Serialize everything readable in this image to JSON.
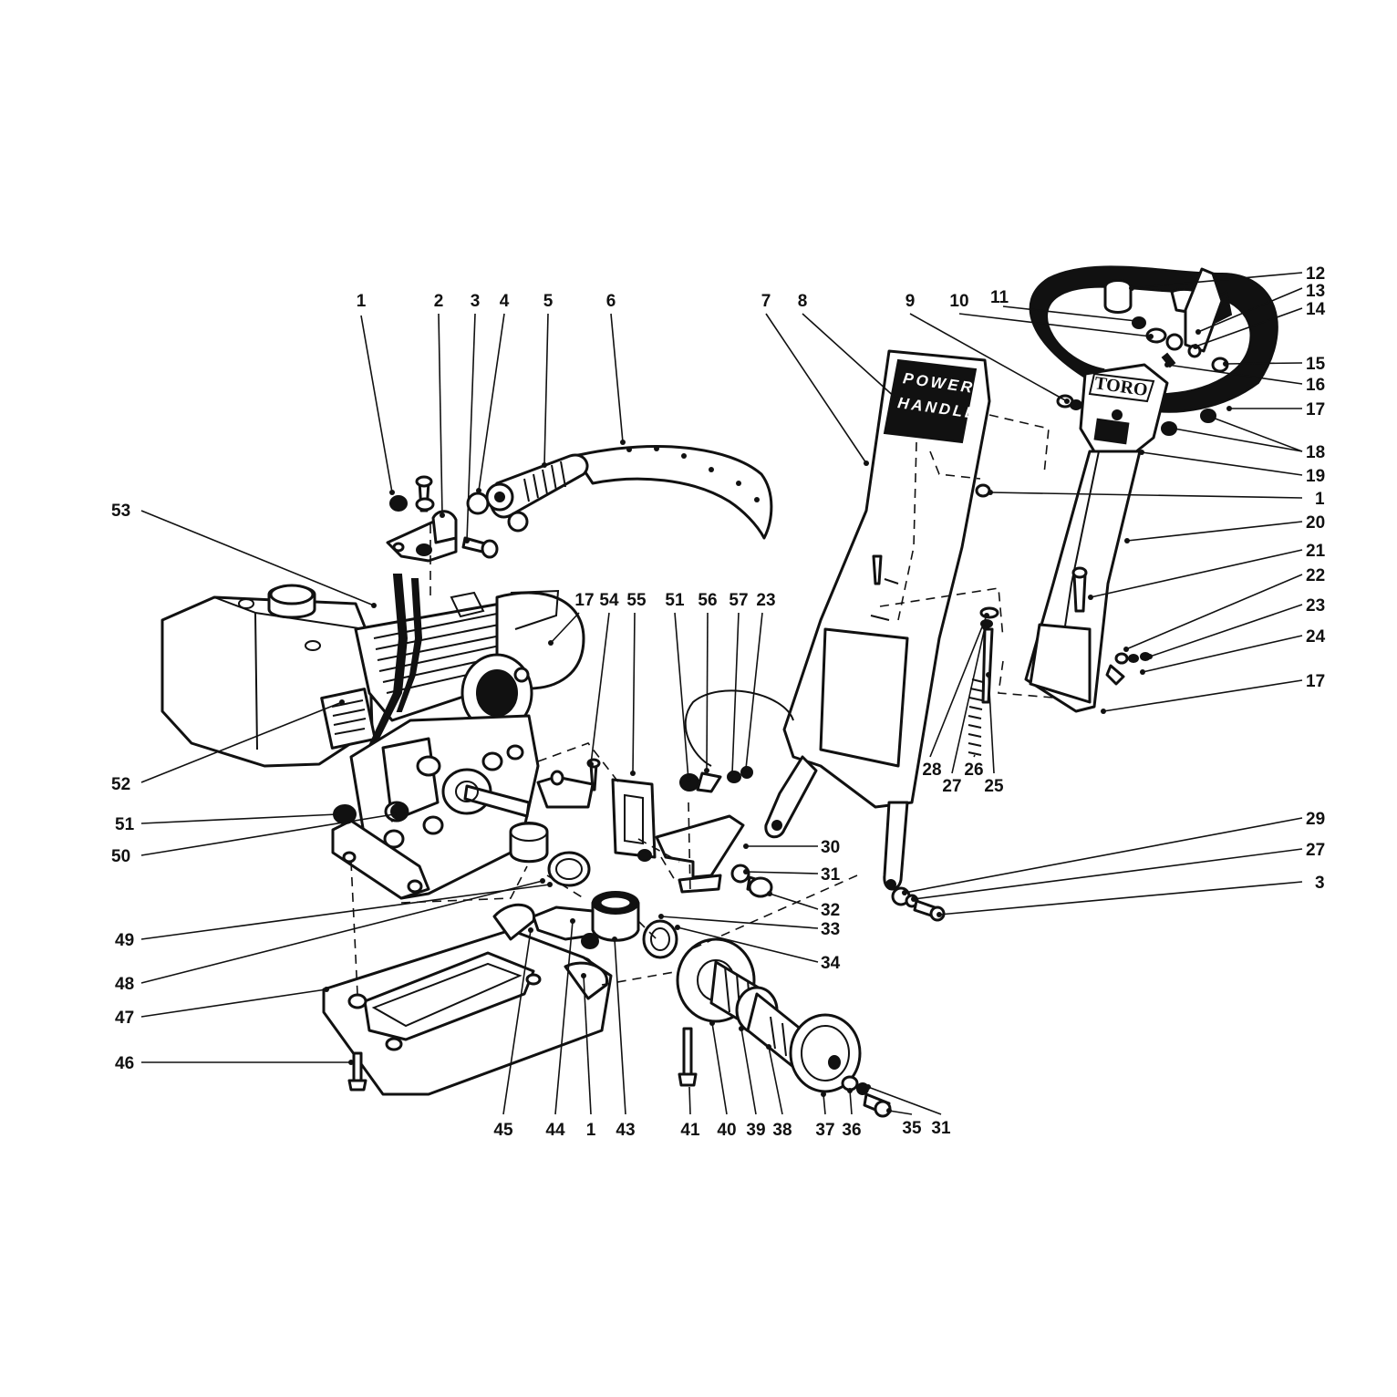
{
  "decal": {
    "line1": "POWER",
    "line2": "HANDLE"
  },
  "brand": "TORO",
  "callouts": {
    "c1_top": "1",
    "c2": "2",
    "c3_top": "3",
    "c4": "4",
    "c5": "5",
    "c6": "6",
    "c7": "7",
    "c8": "8",
    "c9": "9",
    "c10": "10",
    "c11": "11",
    "c12": "12",
    "c13": "13",
    "c14": "14",
    "c15": "15",
    "c16": "16",
    "c17_right_top": "17",
    "c18": "18",
    "c19": "19",
    "c1_right": "1",
    "c20": "20",
    "c21": "21",
    "c22": "22",
    "c23_right": "23",
    "c24": "24",
    "c17_right_low": "17",
    "c28": "28",
    "c27_mid": "27",
    "c26": "26",
    "c25": "25",
    "c29": "29",
    "c27_right": "27",
    "c3_right": "3",
    "c17_mid": "17",
    "c54": "54",
    "c55": "55",
    "c51_mid": "51",
    "c56": "56",
    "c57": "57",
    "c23_mid": "23",
    "c53": "53",
    "c52": "52",
    "c51_left": "51",
    "c50": "50",
    "c30": "30",
    "c31_mid": "31",
    "c32": "32",
    "c33": "33",
    "c34": "34",
    "c49": "49",
    "c48": "48",
    "c47": "47",
    "c46": "46",
    "c45": "45",
    "c44": "44",
    "c1_bottom": "1",
    "c43": "43",
    "c41": "41",
    "c40": "40",
    "c39": "39",
    "c38": "38",
    "c37": "37",
    "c36": "36",
    "c35": "35",
    "c31_bottom": "31"
  }
}
